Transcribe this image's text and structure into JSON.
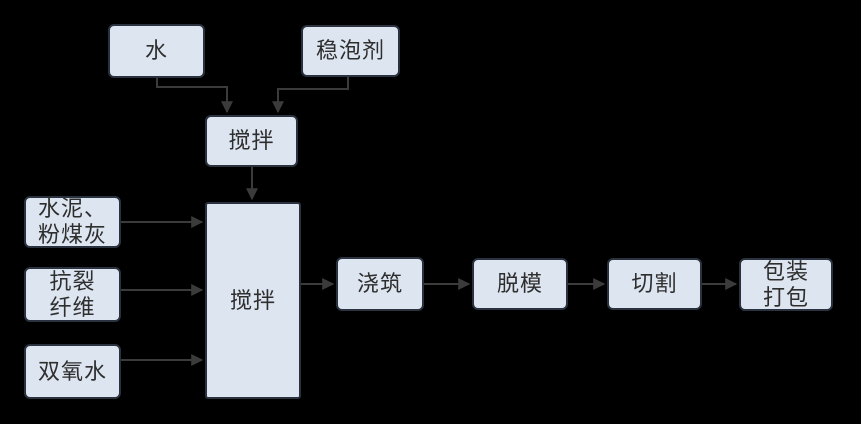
{
  "colors": {
    "background": "#000000",
    "node_fill": "#dde5f0",
    "node_border": "#29323e",
    "connector": "#3b3b3b",
    "text": "#2e2e2e"
  },
  "nodes": {
    "water": {
      "label": "水"
    },
    "foam_stabilizer": {
      "label": "稳泡剂"
    },
    "mix_premix": {
      "label": "搅拌"
    },
    "cement_flyash": {
      "label": "水泥、\n粉煤灰"
    },
    "anticrack_fiber": {
      "label": "抗裂\n纤维"
    },
    "hydrogen_peroxide": {
      "label": "双氧水"
    },
    "mix_main": {
      "label": "搅拌"
    },
    "pouring": {
      "label": "浇筑"
    },
    "demolding": {
      "label": "脱模"
    },
    "cutting": {
      "label": "切割"
    },
    "packing": {
      "label": "包装\n打包"
    }
  },
  "edges": [
    {
      "from": "water",
      "to": "mix_premix"
    },
    {
      "from": "foam_stabilizer",
      "to": "mix_premix"
    },
    {
      "from": "mix_premix",
      "to": "mix_main"
    },
    {
      "from": "cement_flyash",
      "to": "mix_main"
    },
    {
      "from": "anticrack_fiber",
      "to": "mix_main"
    },
    {
      "from": "hydrogen_peroxide",
      "to": "mix_main"
    },
    {
      "from": "mix_main",
      "to": "pouring"
    },
    {
      "from": "pouring",
      "to": "demolding"
    },
    {
      "from": "demolding",
      "to": "cutting"
    },
    {
      "from": "cutting",
      "to": "packing"
    }
  ]
}
